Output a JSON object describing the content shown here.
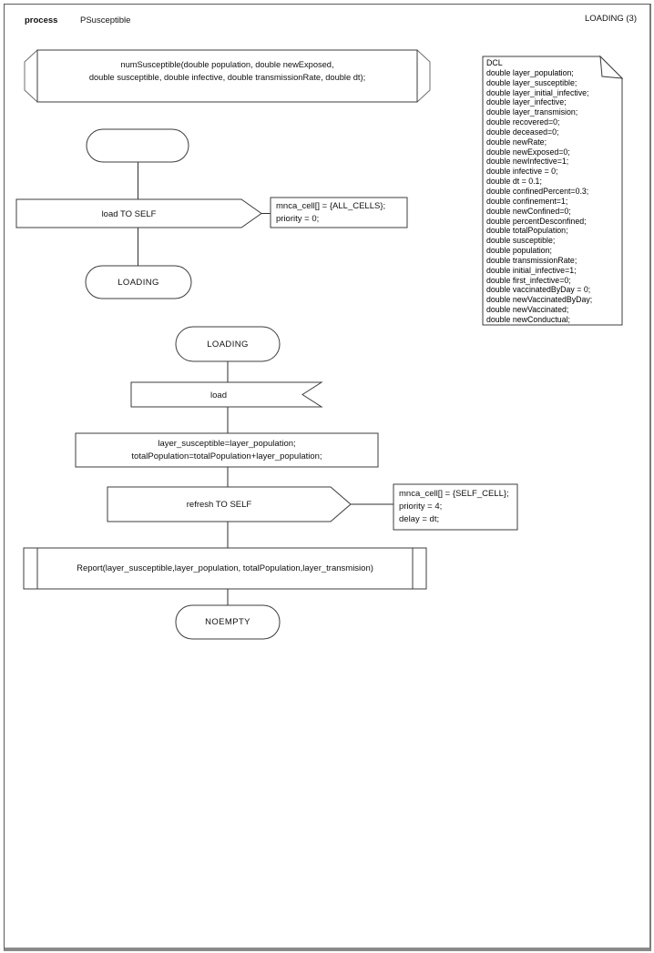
{
  "header": {
    "kind": "process",
    "name": "PSusceptible",
    "page": "LOADING (3)"
  },
  "colors": {
    "line": "#3c3c3c",
    "cap_line": "#6f6f6f",
    "text": "#101010",
    "background": "#ffffff"
  },
  "signature": {
    "lines": [
      "numSusceptible(double population, double newExposed,",
      "double susceptible, double infective, double transmissionRate, double dt);"
    ]
  },
  "dcl": {
    "lines": [
      "DCL",
      "double layer_population;",
      "double layer_susceptible;",
      "double layer_initial_infective;",
      "double layer_infective;",
      "double layer_transmision;",
      "double recovered=0;",
      "double deceased=0;",
      "double newRate;",
      "double newExposed=0;",
      "double newInfective=1;",
      "double infective = 0;",
      "double dt = 0.1;",
      "double confinedPercent=0.3;",
      "double confinement=1;",
      "double newConfined=0;",
      "double percentDesconfined;",
      "double totalPopulation;",
      "double susceptible;",
      "double population;",
      "double transmissionRate;",
      "double initial_infective=1;",
      "double first_infective=0;",
      "double vaccinatedByDay = 0;",
      "double newVaccinatedByDay;",
      "double newVaccinated;",
      "double newConductual;"
    ]
  },
  "flow": {
    "start_state": {
      "label": ""
    },
    "send_load": {
      "label": "load TO SELF",
      "annotation": [
        "mnca_cell[] = {ALL_CELLS};",
        "priority = 0;"
      ]
    },
    "state_loading_1": {
      "label": "LOADING"
    },
    "state_loading_2": {
      "label": "LOADING"
    },
    "receive_load": {
      "label": "load"
    },
    "task": {
      "lines": [
        "layer_susceptible=layer_population;",
        "totalPopulation=totalPopulation+layer_population;"
      ]
    },
    "send_refresh": {
      "label": "refresh TO SELF",
      "annotation": [
        "mnca_cell[] = {SELF_CELL};",
        "priority = 4;",
        "delay = dt;"
      ]
    },
    "procedure_call": {
      "label": "Report(layer_susceptible,layer_population, totalPopulation,layer_transmision)"
    },
    "state_noempty": {
      "label": "NOEMPTY"
    }
  }
}
